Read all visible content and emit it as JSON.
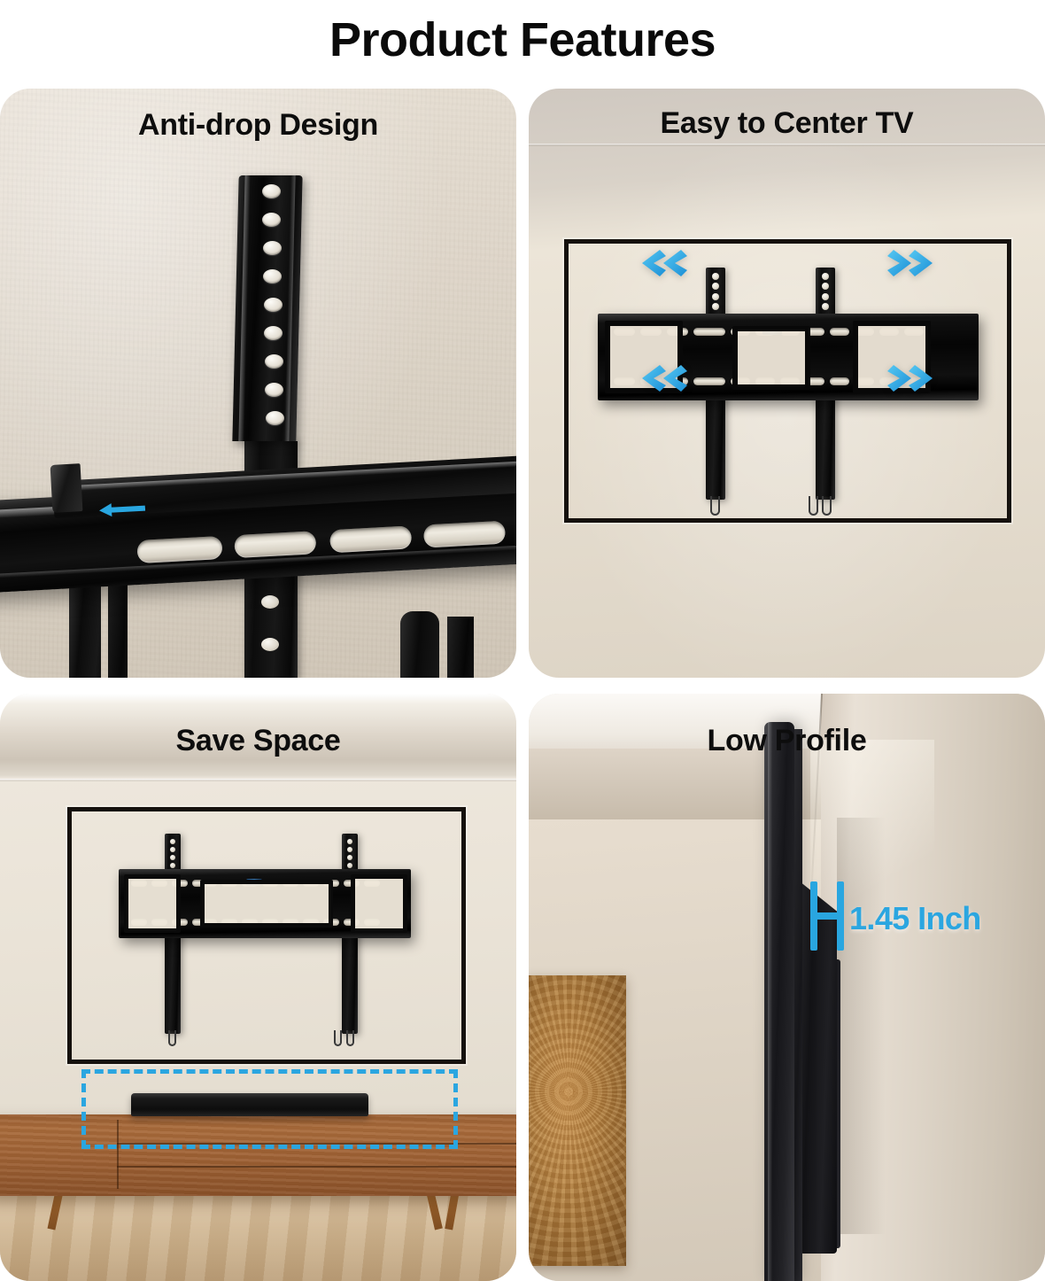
{
  "page": {
    "title": "Product Features"
  },
  "panels": [
    {
      "id": "anti-drop",
      "heading": "Anti-drop Design",
      "icons": {
        "arrow": "left-arrow-icon"
      }
    },
    {
      "id": "easy-center",
      "heading": "Easy to Center TV",
      "icons": {
        "chevron_left": "chevron-double-left-icon",
        "chevron_right": "chevron-double-right-icon"
      }
    },
    {
      "id": "save-space",
      "heading": "Save Space",
      "icons": {
        "dashed_box": "dashed-highlight-box-icon"
      }
    },
    {
      "id": "low-profile",
      "heading": "Low Profile",
      "measurement": "1.45 Inch",
      "icons": {
        "dimension": "dimension-marker-icon"
      }
    }
  ],
  "colors": {
    "accent_cyan": "#2ba6e0",
    "title_black": "#0a0a0a",
    "wall_beige": "#e6ded0",
    "hardware_black": "#0c0c0c",
    "wood_walnut": "#9e6134",
    "art_bronze": "#b07c3d"
  }
}
